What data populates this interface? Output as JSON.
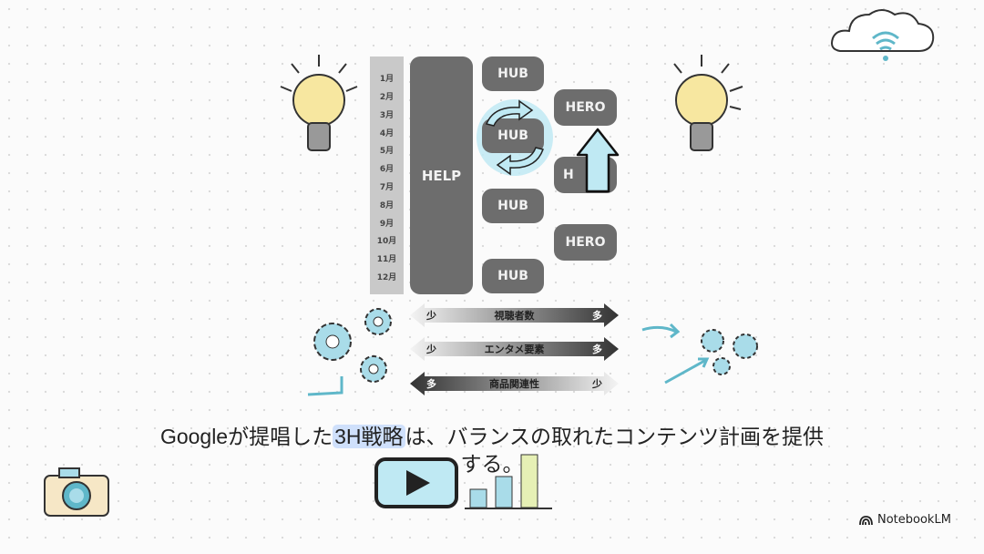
{
  "diagram": {
    "months": [
      "1月",
      "2月",
      "3月",
      "4月",
      "5月",
      "6月",
      "7月",
      "8月",
      "9月",
      "10月",
      "11月",
      "12月"
    ],
    "help_label": "HELP",
    "hub_labels": [
      "HUB",
      "HUB",
      "HUB",
      "HUB"
    ],
    "hero_labels": [
      "HERO",
      "H",
      "HERO"
    ],
    "scales": [
      {
        "label": "視聴者数",
        "left": "少",
        "right": "多"
      },
      {
        "label": "エンタメ要素",
        "left": "少",
        "right": "多"
      },
      {
        "label": "商品関連性",
        "left": "多",
        "right": "少"
      }
    ]
  },
  "caption": {
    "before": "Googleが提唱した",
    "highlight": "3H戦略",
    "after": "は、バランスの取れたコンテンツ計画を提供",
    "line2": "する。"
  },
  "branding": {
    "logo_text": "NotebookLM"
  },
  "colors": {
    "box": "#6d6d6d",
    "accent": "#bfe9f3",
    "highlight": "#cfe0fb"
  }
}
